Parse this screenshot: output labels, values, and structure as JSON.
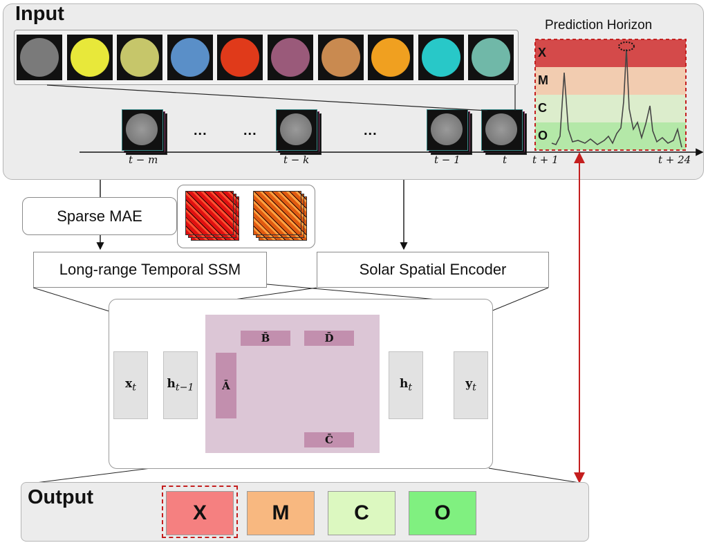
{
  "input": {
    "title": "Input",
    "channels": [
      "#7a7a7a",
      "#e8e83a",
      "#c6c66a",
      "#5a8fc8",
      "#e03a1a",
      "#9a5a7a",
      "#c98a50",
      "#f0a020",
      "#28c8c8",
      "#70b8a8"
    ],
    "time_labels": {
      "t_minus_m": "t − m",
      "t_minus_k": "t − k",
      "t_minus_1": "t − 1",
      "t": "t",
      "t_plus_1": "t + 1",
      "t_plus_24": "t + 24"
    },
    "ellipsis": "..."
  },
  "horizon": {
    "title": "Prediction Horizon",
    "bands": [
      {
        "label": "X",
        "color": "#d44a4a"
      },
      {
        "label": "M",
        "color": "#f2ccb0"
      },
      {
        "label": "C",
        "color": "#dcedcc"
      },
      {
        "label": "O",
        "color": "#b4e8a8"
      }
    ]
  },
  "modules": {
    "sparse_mae": "Sparse MAE",
    "temporal_ssm": "Long-range Temporal SSM",
    "spatial_encoder": "Solar Spatial Encoder"
  },
  "ssm": {
    "x_t": "x_t",
    "h_prev": "h_{t−1}",
    "A_bar": "Ā",
    "B_bar": "B̄",
    "C_bar": "C̄",
    "D_bar": "D̄",
    "h_t": "h_t",
    "y_t": "y_t"
  },
  "output": {
    "title": "Output",
    "classes": [
      {
        "label": "X",
        "color": "#f58080"
      },
      {
        "label": "M",
        "color": "#f8b880"
      },
      {
        "label": "C",
        "color": "#dcf8c0"
      },
      {
        "label": "O",
        "color": "#80f080"
      }
    ]
  }
}
